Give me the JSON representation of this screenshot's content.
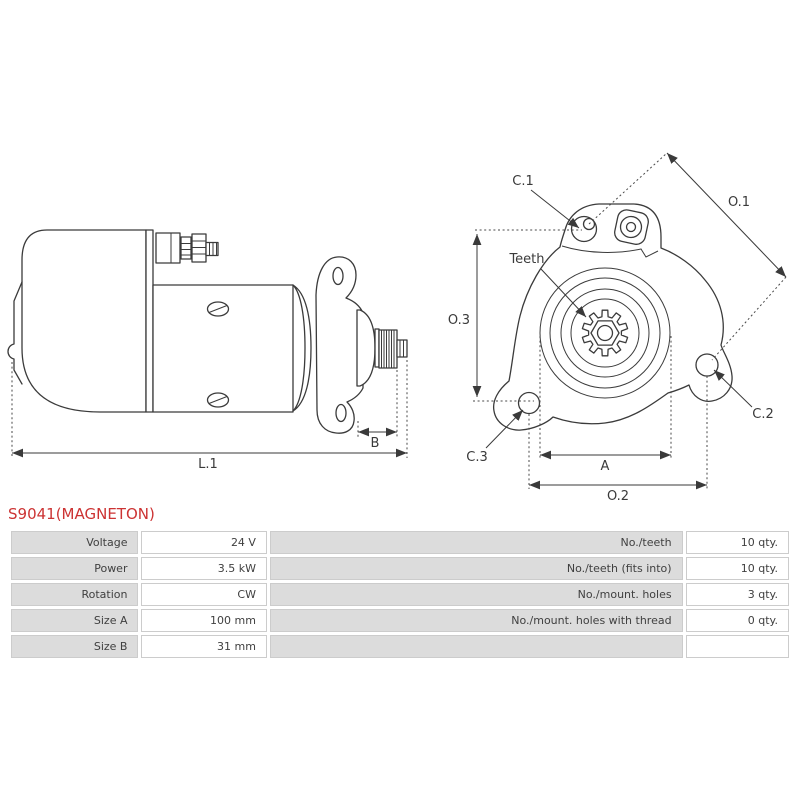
{
  "title": {
    "text": "S9041(MAGNETON)",
    "color": "#cc3333"
  },
  "diagram": {
    "stroke_color": "#3b3b3b",
    "side_view": {
      "dim_labels": {
        "l1": "L.1",
        "b": "B"
      }
    },
    "front_view": {
      "dim_labels": {
        "o1": "O.1",
        "o2": "O.2",
        "o3": "O.3",
        "a": "A"
      },
      "callouts": {
        "c1": "C.1",
        "c2": "C.2",
        "c3": "C.3",
        "teeth": "Teeth"
      },
      "teeth_count": 10,
      "mount_holes": 3
    }
  },
  "spec_table": {
    "rows": [
      {
        "l_label": "Voltage",
        "l_value": "24 V",
        "r_label": "No./teeth",
        "r_value": "10 qty."
      },
      {
        "l_label": "Power",
        "l_value": "3.5 kW",
        "r_label": "No./teeth (fits into)",
        "r_value": "10 qty."
      },
      {
        "l_label": "Rotation",
        "l_value": "CW",
        "r_label": "No./mount. holes",
        "r_value": "3 qty."
      },
      {
        "l_label": "Size A",
        "l_value": "100 mm",
        "r_label": "No./mount. holes with thread",
        "r_value": "0 qty."
      },
      {
        "l_label": "Size B",
        "l_value": "31 mm",
        "r_label": "",
        "r_value": ""
      }
    ]
  }
}
